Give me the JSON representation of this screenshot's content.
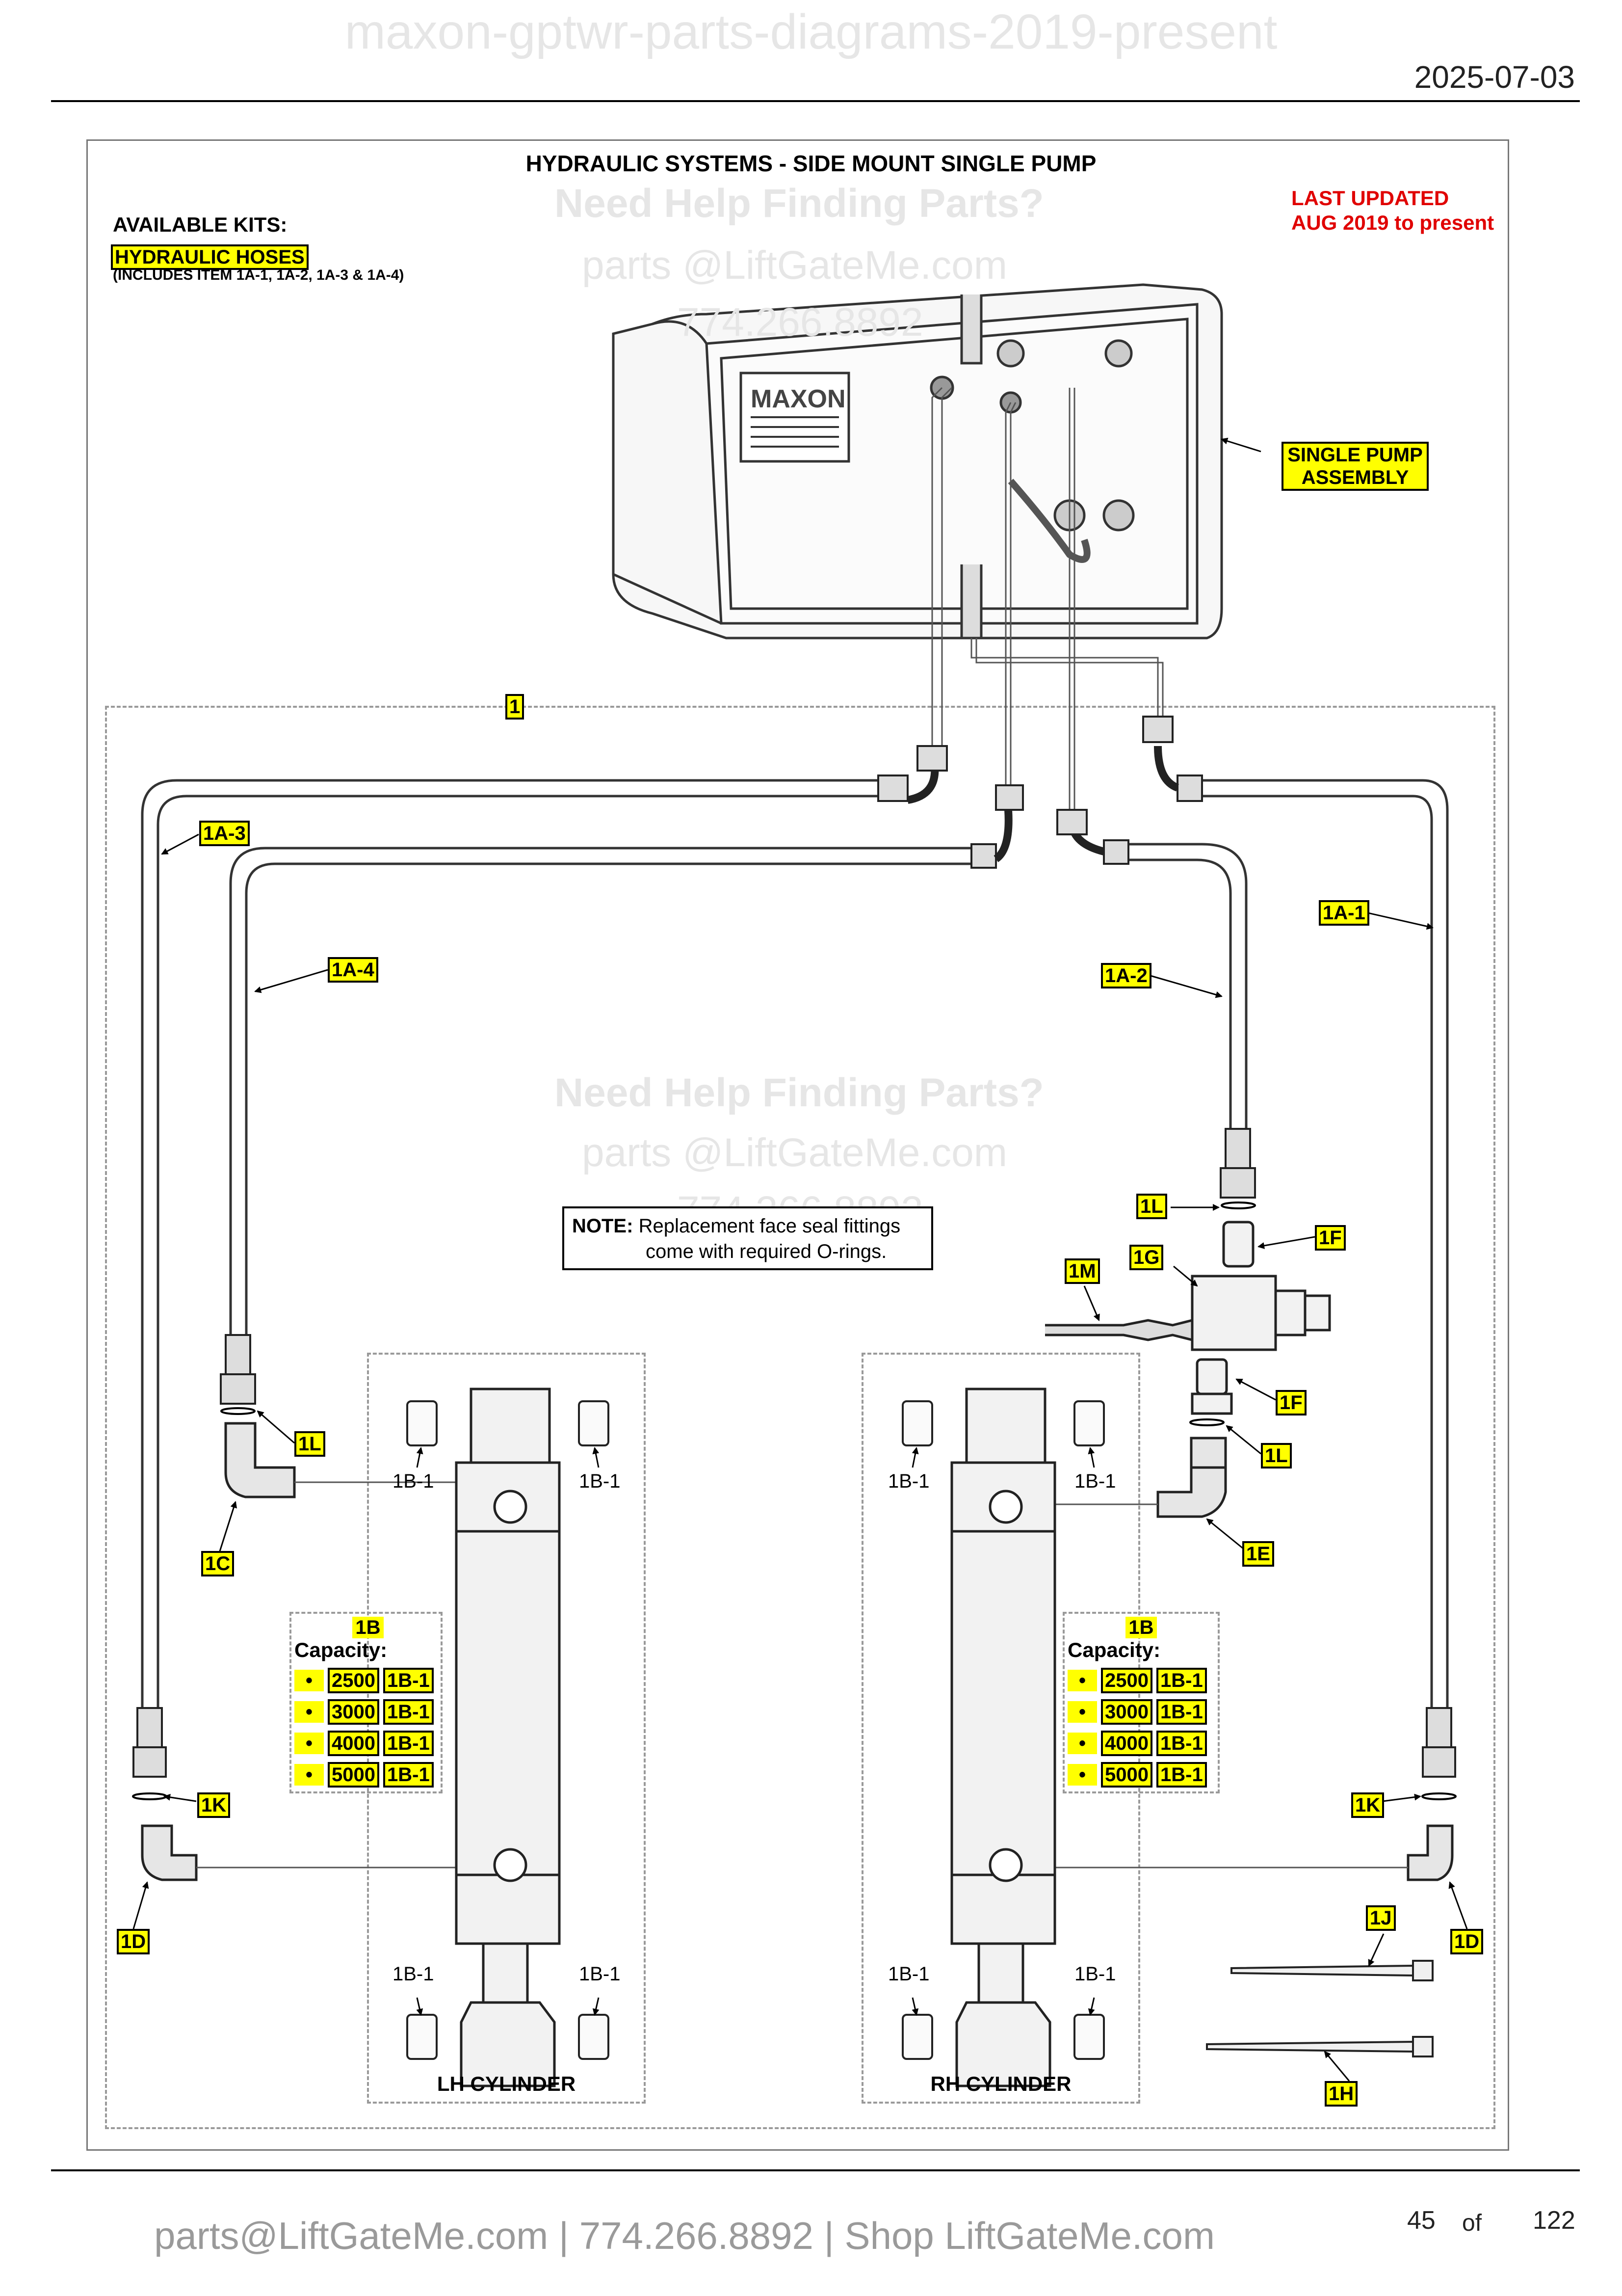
{
  "page": {
    "header_title": "maxon-gptwr-parts-diagrams-2019-present",
    "date": "2025-07-03",
    "footer_text": "parts@LiftGateMe.com | 774.266.8892 | Shop LiftGateMe.com",
    "page_number": "45",
    "page_of": "of",
    "page_total": "122"
  },
  "watermark": {
    "line1": "Need Help Finding Parts?",
    "line2": "parts @LiftGateMe.com",
    "line3": "774.266.8892"
  },
  "diagram": {
    "title": "HYDRAULIC SYSTEMS - SIDE MOUNT SINGLE PUMP",
    "available_kits": "AVAILABLE KITS:",
    "kit_hoses": "HYDRAULIC HOSES",
    "kit_hoses_note": "(INCLUDES ITEM 1A-1, 1A-2, 1A-3 & 1A-4)",
    "last_updated_1": "LAST UPDATED",
    "last_updated_2": "AUG 2019 to present",
    "pump_label_1": "SINGLE PUMP",
    "pump_label_2": "ASSEMBLY",
    "brand": "MAXON",
    "note_prefix": "NOTE:",
    "note_line1": "Replacement face seal fittings",
    "note_line2": "come with required O-rings.",
    "lh_cylinder": "LH CYLINDER",
    "rh_cylinder": "RH CYLINDER",
    "capacity_title": "1B",
    "capacity_label": "Capacity:",
    "capacity_rows": [
      {
        "bullet": "•",
        "value": "2500",
        "part": "1B-1"
      },
      {
        "bullet": "•",
        "value": "3000",
        "part": "1B-1"
      },
      {
        "bullet": "•",
        "value": "4000",
        "part": "1B-1"
      },
      {
        "bullet": "•",
        "value": "5000",
        "part": "1B-1"
      }
    ],
    "callouts": {
      "item_1": "1",
      "a1": "1A-1",
      "a2": "1A-2",
      "a3": "1A-3",
      "a4": "1A-4",
      "b1": "1B-1",
      "c": "1C",
      "d": "1D",
      "e": "1E",
      "f": "1F",
      "g": "1G",
      "h": "1H",
      "j": "1J",
      "k": "1K",
      "l": "1L",
      "m": "1M"
    }
  }
}
